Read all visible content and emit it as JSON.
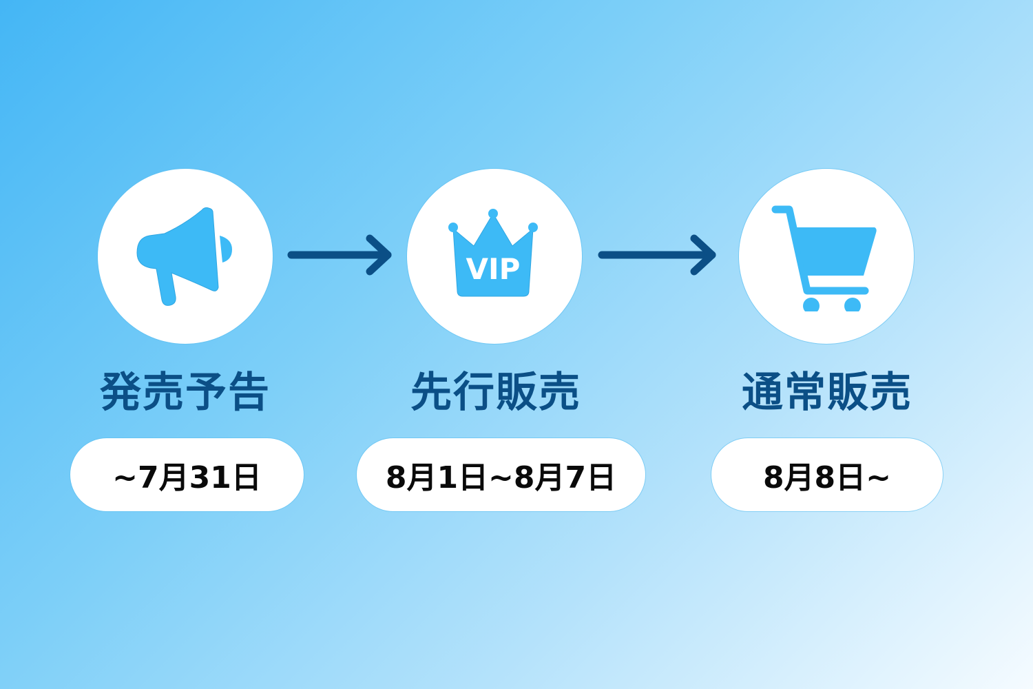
{
  "colors": {
    "icon": "#3dbaf6",
    "title": "#0b4f86",
    "arrow": "#0b4f86",
    "pill_bg": "#ffffff",
    "pill_text": "#0a0a0a",
    "bg_start": "#44b6f5",
    "bg_end": "#f5fbff"
  },
  "steps": [
    {
      "icon": "megaphone-icon",
      "title": "発売予告",
      "date": "~7月31日"
    },
    {
      "icon": "vip-crown-icon",
      "icon_text": "VIP",
      "title": "先行販売",
      "date": "8月1日~8月7日"
    },
    {
      "icon": "shopping-cart-icon",
      "title": "通常販売",
      "date": "8月8日~"
    }
  ],
  "arrows": [
    "arrow-right-icon",
    "arrow-right-icon"
  ]
}
